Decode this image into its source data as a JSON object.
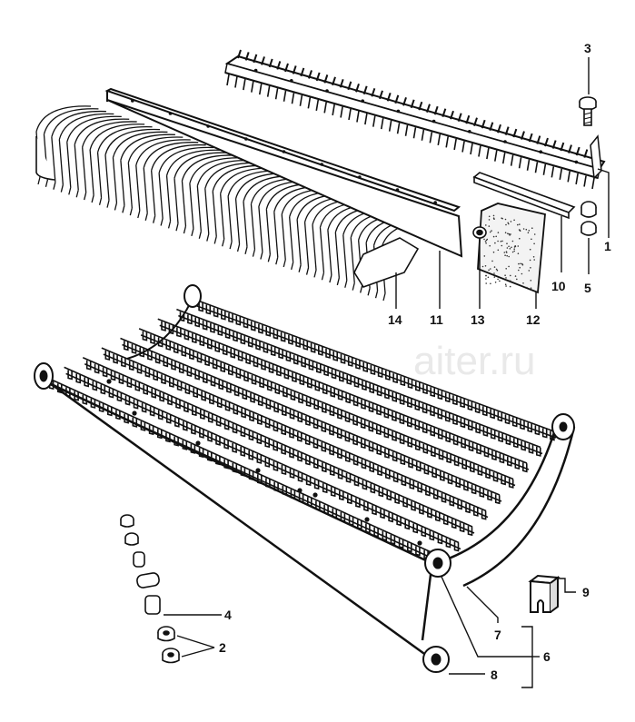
{
  "watermark": "aiter.ru",
  "callouts": {
    "c1": "1",
    "c2": "2",
    "c3": "3",
    "c4": "4",
    "c5": "5",
    "c6": "6",
    "c7": "7",
    "c8": "8",
    "c9": "9",
    "c10": "10",
    "c11": "11",
    "c12": "12",
    "c13": "13",
    "c14": "14"
  },
  "colors": {
    "ink": "#111111",
    "paper": "#ffffff",
    "watermark": "#e6e6e6"
  }
}
